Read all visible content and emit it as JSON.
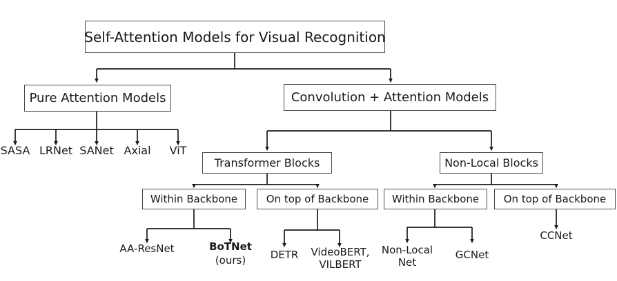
{
  "figure": {
    "type": "taxonomy-tree-diagram",
    "background": "#ffffff",
    "box_border_color": "#4a4a4a",
    "edge_color": "#1a1a1a",
    "text_color": "#1a1a1a"
  },
  "nodes": {
    "root": "Self-Attention Models for Visual Recognition",
    "pure_attention": "Pure Attention Models",
    "conv_attention": "Convolution + Attention Models",
    "transformer_blocks": "Transformer Blocks",
    "nonlocal_blocks": "Non-Local Blocks",
    "within_backbone_tf": "Within Backbone",
    "ontop_backbone_tf": "On top of Backbone",
    "within_backbone_nl": "Within Backbone",
    "ontop_backbone_nl": "On top of Backbone"
  },
  "leaves": {
    "pure_attention_children": [
      {
        "label": "SASA"
      },
      {
        "label": "LRNet"
      },
      {
        "label": "SANet"
      },
      {
        "label": "Axial"
      },
      {
        "label": "ViT"
      }
    ],
    "within_backbone_tf_children": [
      {
        "label": "AA-ResNet",
        "bold": false,
        "sub": ""
      },
      {
        "label": "BoTNet",
        "bold": true,
        "sub": "(ours)"
      }
    ],
    "ontop_backbone_tf_children": [
      {
        "label": "DETR",
        "line2": ""
      },
      {
        "label": "VideoBERT,",
        "line2": "VILBERT"
      }
    ],
    "within_backbone_nl_children": [
      {
        "label": "Non-Local",
        "line2": "Net"
      },
      {
        "label": "GCNet",
        "line2": ""
      }
    ],
    "ontop_backbone_nl_children": [
      {
        "label": "CCNet"
      }
    ]
  }
}
